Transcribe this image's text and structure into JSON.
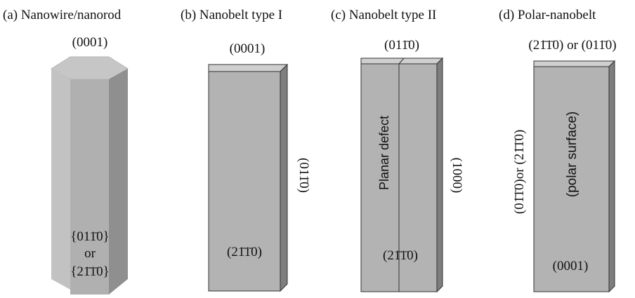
{
  "panels": [
    {
      "caption": "(a) Nanowire/nanorod",
      "top_face": "(0001)",
      "side_face_line1": "{011̄0}",
      "side_face_or": "or",
      "side_face_line2": "{21̄1̄0}"
    },
    {
      "caption": "(b) Nanobelt type I",
      "top_face": "(0001)",
      "side_face": "(011̄0)",
      "front_face": "(21̄1̄0)"
    },
    {
      "caption": "(c) Nanobelt type II",
      "top_face": "(011̄0)",
      "defect_label": "Planar defect",
      "side_face": "(1000)",
      "front_face": "(21̄1̄0)"
    },
    {
      "caption": "(d) Polar-nanobelt",
      "top_face": "(21̄1̄0) or (011̄0)",
      "side_face": "(01̄1̄0)or (21̄1̄0)",
      "front_face_vertical": "(polar  surface)",
      "front_face": "(0001)"
    }
  ],
  "colors": {
    "front": "#b5b5b5",
    "side": "#8a8a8a",
    "top": "#c9c9c9",
    "hex_dark": "#9a9a9a",
    "hex_mid": "#b0b0b0",
    "hex_light": "#c4c4c4",
    "outline": "#333333"
  }
}
